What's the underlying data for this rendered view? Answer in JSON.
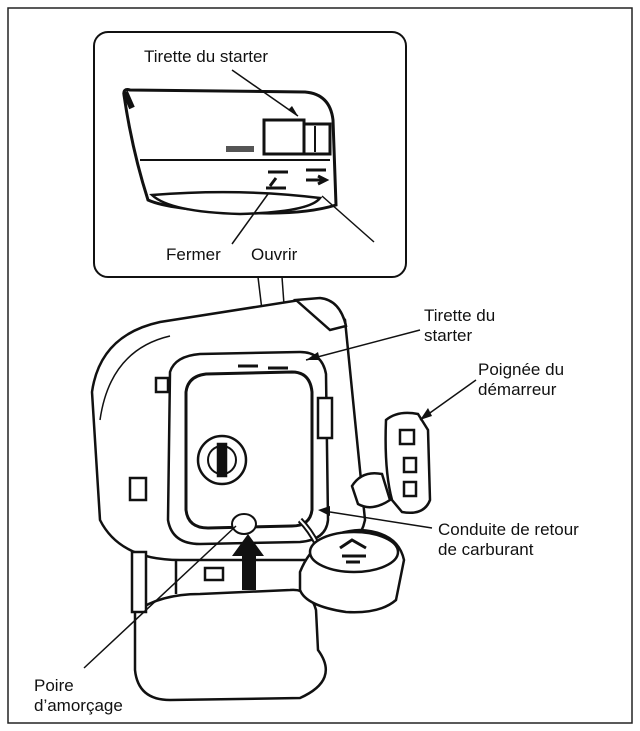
{
  "labels": {
    "inset_choke": "Tirette du starter",
    "inset_close": "Fermer",
    "inset_open": "Ouvrir",
    "choke_line1": "Tirette du",
    "choke_line2": "starter",
    "starter_line1": "Poignée du",
    "starter_line2": "démarreur",
    "return_line1": "Conduite de retour",
    "return_line2": "de carburant",
    "primer_line1": "Poire",
    "primer_line2": "d’amorçage"
  }
}
